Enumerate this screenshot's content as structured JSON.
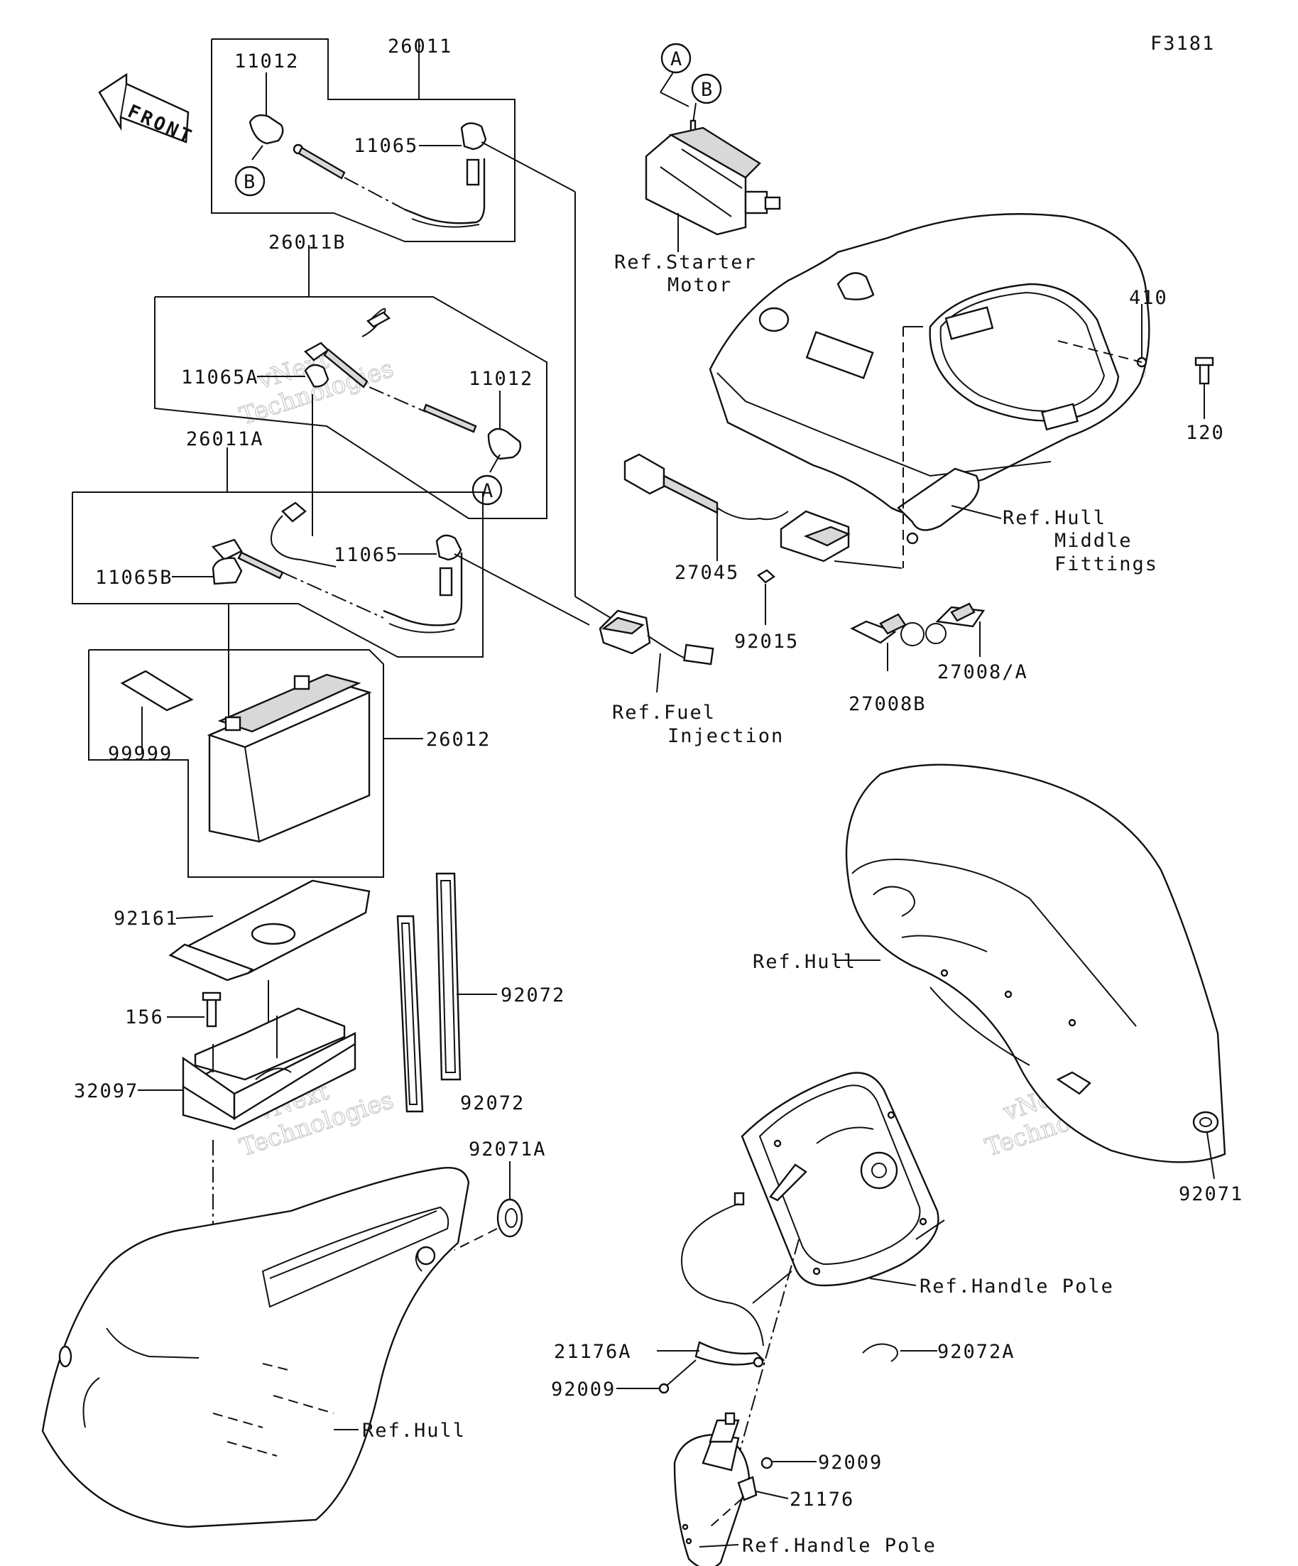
{
  "figure_code": "F3181",
  "front_label": "FRONT",
  "refs": {
    "A": "A",
    "B": "B"
  },
  "part_numbers": {
    "p26011": "26011",
    "p11012_top": "11012",
    "p11065_top": "11065",
    "p26011B": "26011B",
    "p11065A": "11065A",
    "p11012_mid": "11012",
    "p26011A": "26011A",
    "p11065_mid": "11065",
    "p11065B": "11065B",
    "p99999": "99999",
    "p26012": "26012",
    "p92161": "92161",
    "p156": "156",
    "p32097": "32097",
    "p92072_a": "92072",
    "p92072_b": "92072",
    "p92071A": "92071A",
    "p27045": "27045",
    "p92015": "92015",
    "p27008B": "27008B",
    "p27008A": "27008/A",
    "p410": "410",
    "p120": "120",
    "p92071": "92071",
    "p21176A": "21176A",
    "p92009_a": "92009",
    "p92072A": "92072A",
    "p92009_b": "92009",
    "p21176": "21176"
  },
  "references": {
    "starter_motor": [
      "Ref.Starter",
      "Motor"
    ],
    "hull_middle": [
      "Ref.Hull",
      "Middle",
      "Fittings"
    ],
    "fuel_injection": [
      "Ref.Fuel",
      "Injection"
    ],
    "hull_right": "Ref.Hull",
    "hull_bottom": "Ref.Hull",
    "handle_pole_a": "Ref.Handle Pole",
    "handle_pole_b": "Ref.Handle Pole"
  },
  "watermark": [
    "vNext",
    "Technologies"
  ]
}
